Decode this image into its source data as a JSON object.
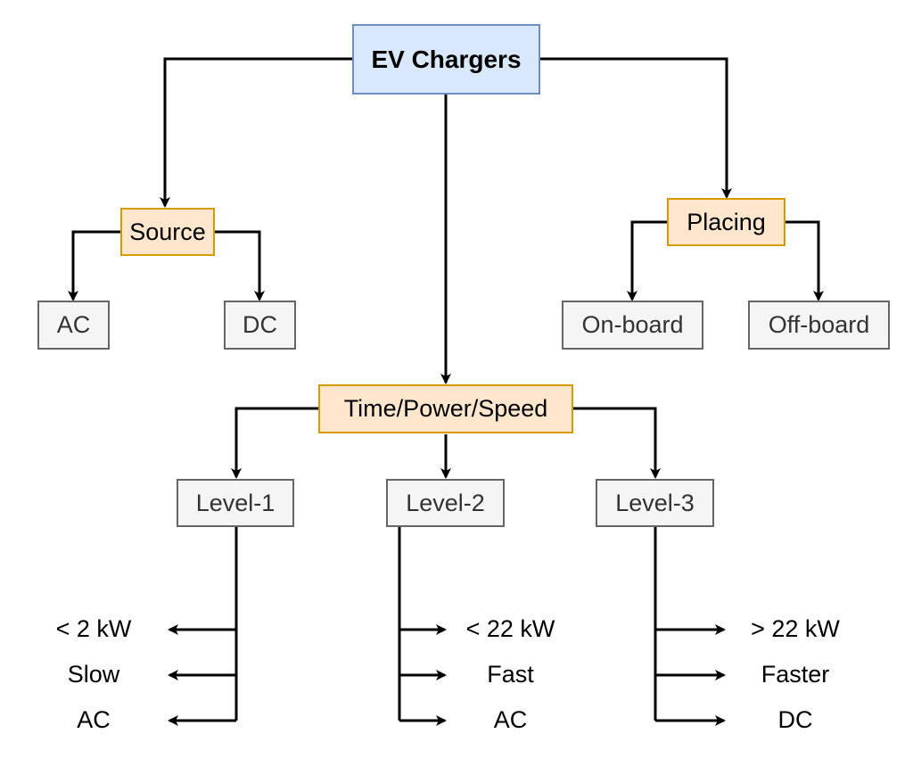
{
  "diagram": {
    "root": {
      "label": "EV Chargers"
    },
    "categories": {
      "source": {
        "label": "Source",
        "children": [
          "AC",
          "DC"
        ]
      },
      "placing": {
        "label": "Placing",
        "children": [
          "On-board",
          "Off-board"
        ]
      },
      "time_power_speed": {
        "label": "Time/Power/Speed",
        "children": [
          "Level-1",
          "Level-2",
          "Level-3"
        ]
      }
    },
    "levels": [
      {
        "label": "Level-1",
        "attributes": [
          "< 2 kW",
          "Slow",
          "AC"
        ]
      },
      {
        "label": "Level-2",
        "attributes": [
          "< 22 kW",
          "Fast",
          "AC"
        ]
      },
      {
        "label": "Level-3",
        "attributes": [
          "> 22 kW",
          "Faster",
          "DC"
        ]
      }
    ],
    "colors": {
      "root_fill": "#dae8fc",
      "root_stroke": "#6c8ebf",
      "category_fill": "#ffe6cc",
      "category_stroke": "#d79b00",
      "leaf_fill": "#f5f5f5",
      "leaf_stroke": "#666666",
      "edge": "#000000"
    }
  }
}
